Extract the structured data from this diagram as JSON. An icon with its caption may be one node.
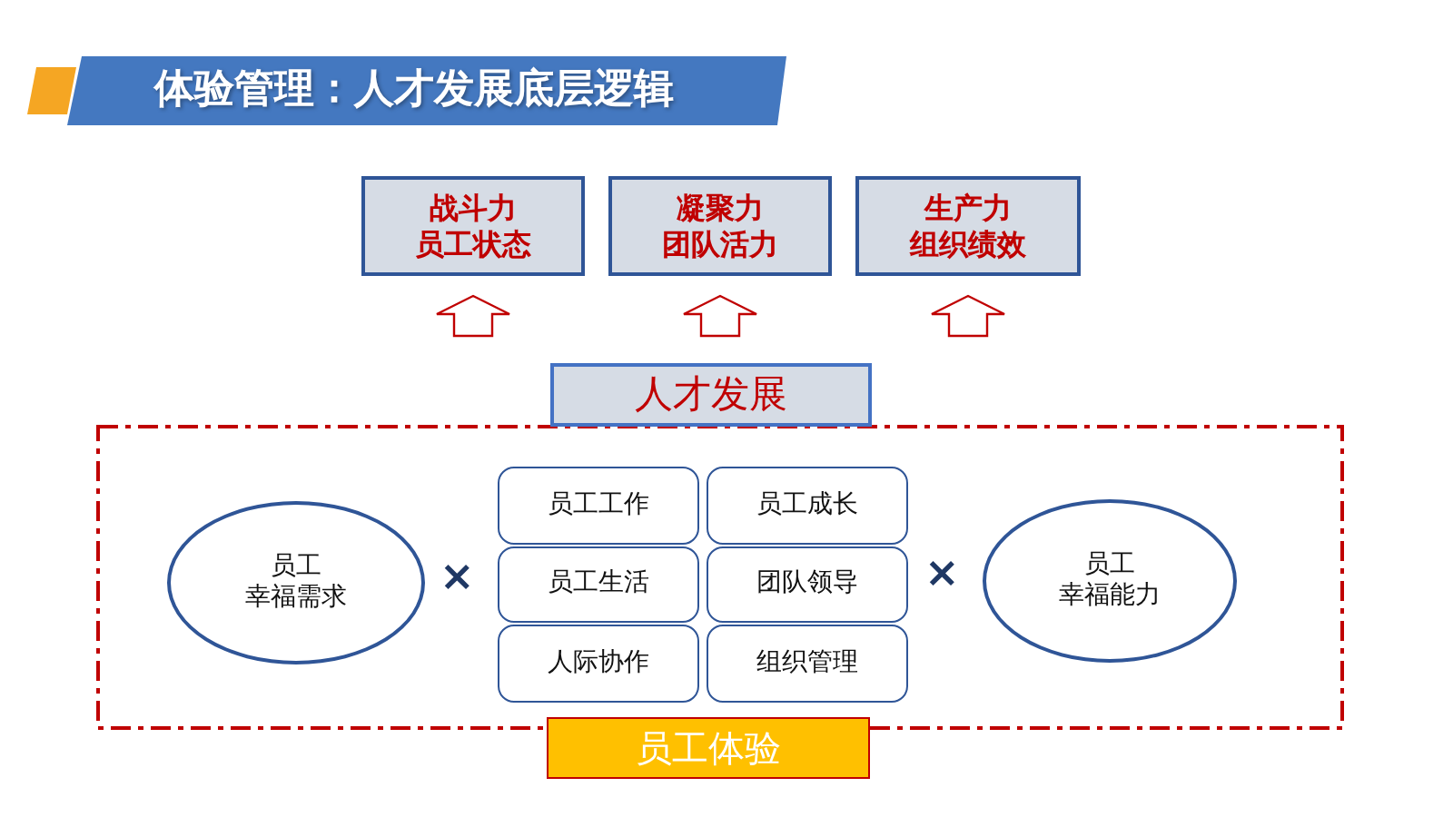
{
  "diagram": {
    "title": "体验管理：人才发展底层逻辑",
    "nodes": [
      {
        "text": [
          "战斗力",
          "员工状态"
        ]
      },
      {
        "text": [
          "凝聚力",
          "团队活力"
        ]
      },
      {
        "text": [
          "生产力",
          "组织绩效"
        ]
      },
      {
        "text": [
          "人才发展"
        ]
      },
      {
        "text": [],
        "shape": "box"
      },
      {
        "text": [
          "员工",
          "幸福需求"
        ],
        "in": 4
      },
      {
        "text": [
          "员工工作"
        ],
        "in": 4
      },
      {
        "text": [
          "员工成长"
        ],
        "in": 4
      },
      {
        "text": [
          "员工生活"
        ],
        "in": 4
      },
      {
        "text": [
          "团队领导"
        ],
        "in": 4
      },
      {
        "text": [
          "人际协作"
        ],
        "in": 4
      },
      {
        "text": [
          "组织管理"
        ],
        "in": 4
      },
      {
        "text": [
          "员工",
          "幸福能力"
        ],
        "in": 4
      },
      {
        "text": [
          "员工体验"
        ]
      }
    ],
    "edges": [
      {
        "from": 3,
        "to": 0,
        "arrow": "to"
      },
      {
        "from": 3,
        "to": 1,
        "arrow": "to"
      },
      {
        "from": 3,
        "to": 2,
        "arrow": "to"
      }
    ],
    "labels": [
      "×",
      "×"
    ]
  }
}
